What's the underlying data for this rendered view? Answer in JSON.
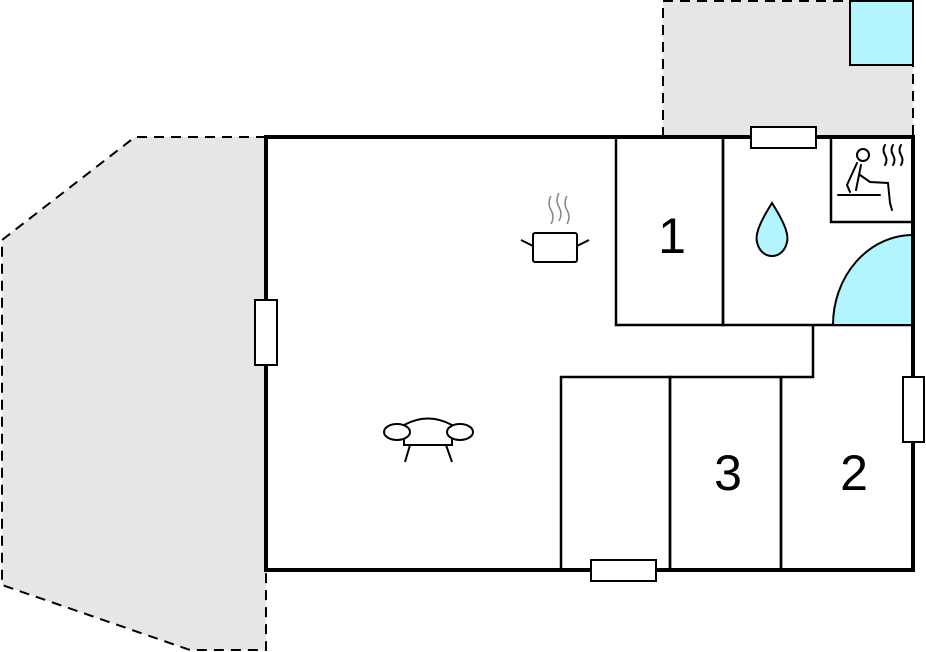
{
  "rooms": {
    "room1": "1",
    "room2": "2",
    "room3": "3"
  },
  "icons": [
    "cooking-pot-icon",
    "sofa-icon",
    "water-drop-icon",
    "sauna-icon",
    "shower-icon"
  ],
  "colors": {
    "terrace": "#e6e6e6",
    "water": "#b3f5ff",
    "wall": "#000000"
  }
}
